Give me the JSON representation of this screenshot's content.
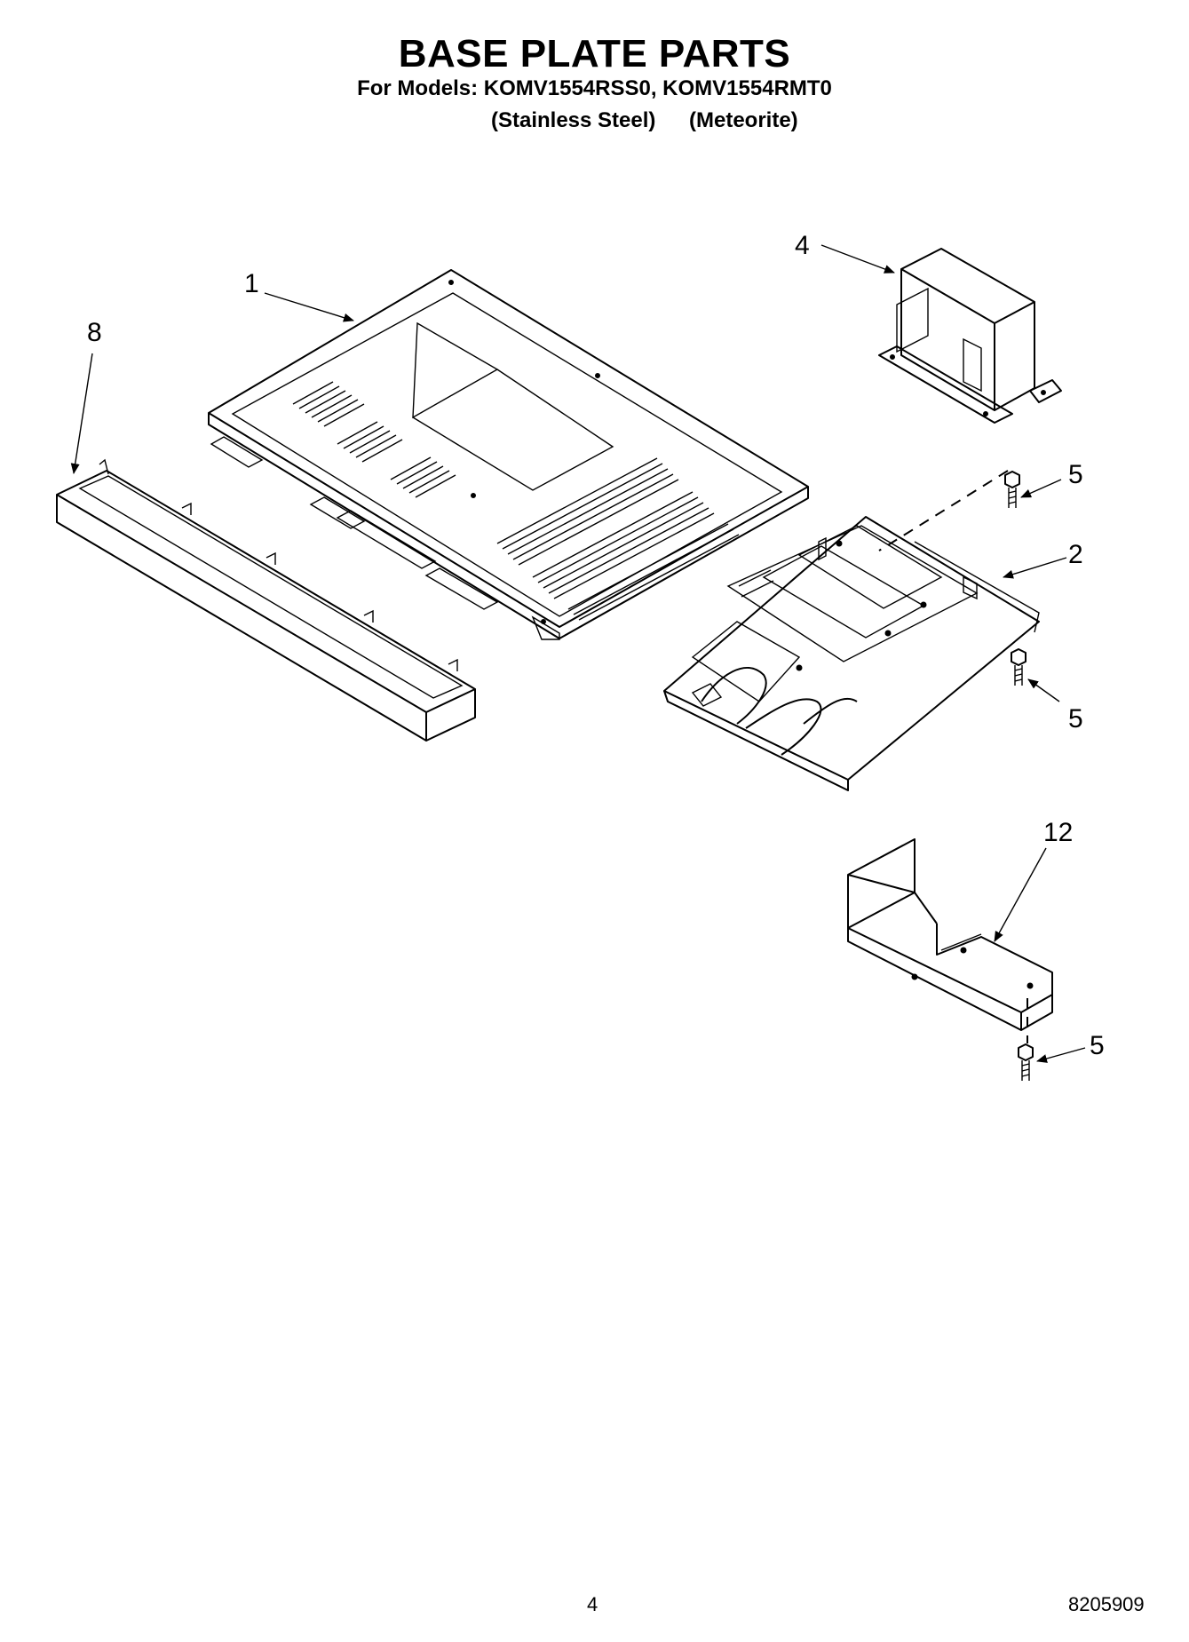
{
  "title": "BASE PLATE PARTS",
  "models_line": "For Models: KOMV1554RSS0, KOMV1554RMT0",
  "finishes": [
    "(Stainless Steel)",
    "(Meteorite)"
  ],
  "callouts": {
    "c1": "1",
    "c2": "2",
    "c4": "4",
    "c5a": "5",
    "c5b": "5",
    "c5c": "5",
    "c8": "8",
    "c12": "12"
  },
  "footer": {
    "page_number": "4",
    "document_number": "8205909"
  }
}
